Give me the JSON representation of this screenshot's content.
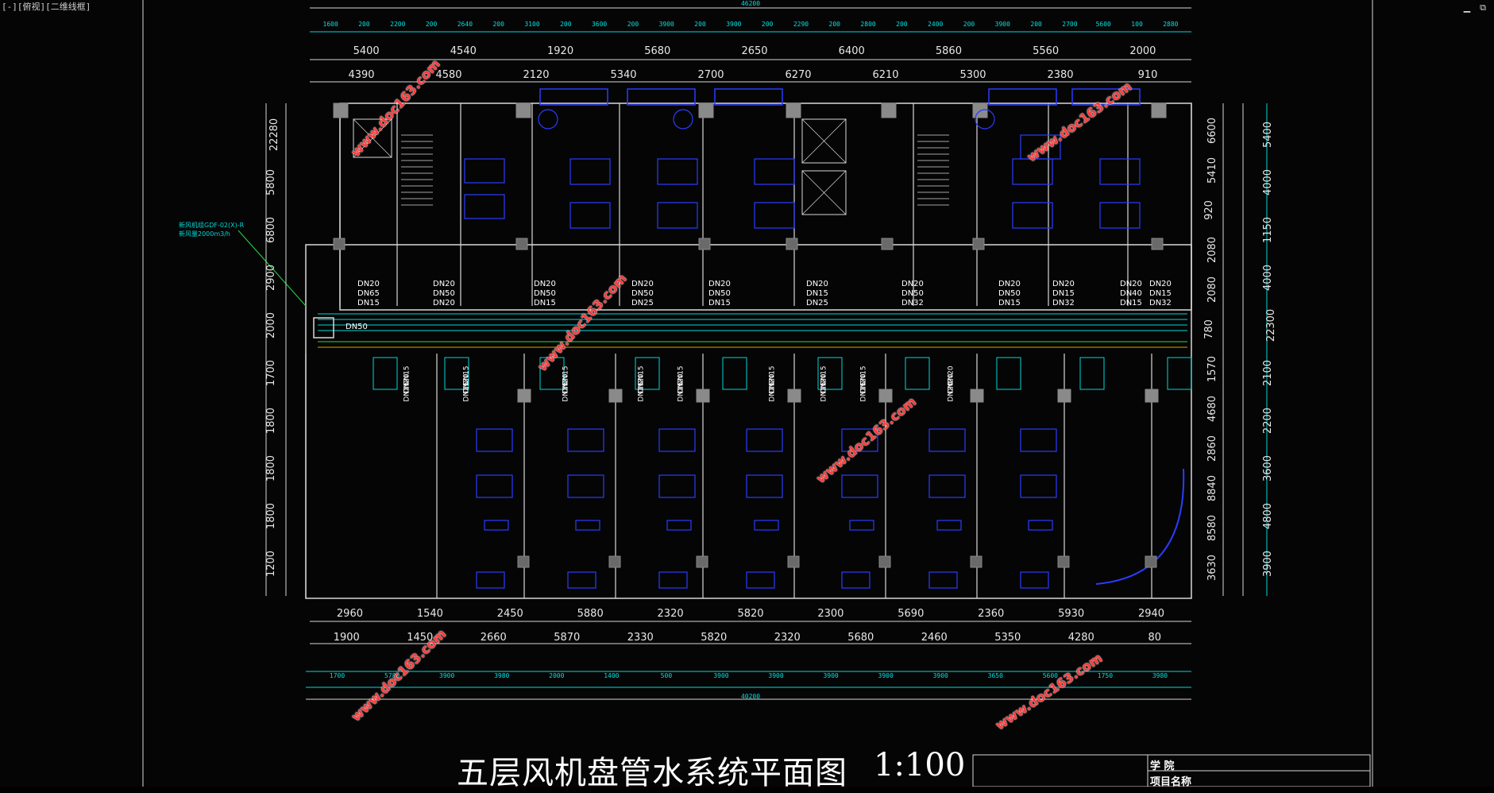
{
  "viewport": {
    "label": "[-][俯视][二维线框]"
  },
  "window_controls": {
    "minimize": "▁",
    "restore": "⧉"
  },
  "drawing": {
    "title": "五层风机盘管水系统平面图",
    "scale": "1:100",
    "title_block": {
      "college": "学  院",
      "project": "项目名称"
    },
    "overall_top": "46200",
    "overall_bottom": "40200",
    "top_dims_row1": [
      "5400",
      "4540",
      "1920",
      "5680",
      "2650",
      "6400",
      "5860",
      "5560",
      "2000"
    ],
    "top_dims_row2": [
      "4390",
      "4580",
      "2120",
      "5340",
      "2700",
      "6270",
      "6210",
      "5300",
      "2380",
      "910"
    ],
    "top_small_dims": [
      "1600",
      "200",
      "2200",
      "200",
      "2640",
      "200",
      "3100",
      "200",
      "3600",
      "200",
      "3900",
      "200",
      "3900",
      "200",
      "2290",
      "200",
      "2800",
      "200",
      "2400",
      "200",
      "3900",
      "200",
      "2700",
      "5600",
      "100",
      "2880"
    ],
    "bottom_dims_row1": [
      "2960",
      "1540",
      "2450",
      "5880",
      "2320",
      "5820",
      "2300",
      "5690",
      "2360",
      "5930",
      "2940"
    ],
    "bottom_dims_row2": [
      "1900",
      "1450",
      "2660",
      "5870",
      "2330",
      "5820",
      "2320",
      "5680",
      "2460",
      "5350",
      "4280",
      "80"
    ],
    "bottom_small_dims": [
      "1700",
      "5780",
      "3900",
      "3980",
      "2000",
      "1400",
      "500",
      "3900",
      "3900",
      "3900",
      "3900",
      "3900",
      "3650",
      "5600",
      "1750",
      "3980"
    ],
    "right_dims": [
      "6600",
      "5410",
      "920",
      "2080",
      "2080",
      "780",
      "1570",
      "4680",
      "2860",
      "8840",
      "8580",
      "3630"
    ],
    "left_dims": [
      "22280",
      "5800",
      "6800",
      "2900",
      "2000",
      "1700",
      "1800",
      "1800",
      "1800",
      "1200"
    ],
    "right_small_dims": [
      "5400",
      "4000",
      "1150",
      "4000",
      "22300",
      "2100",
      "2200",
      "3600",
      "4800",
      "3900"
    ],
    "note_label": "新风机组GDF-02(X)-R\n新风量2000m3/h",
    "pipe_labels": [
      "DN50",
      "DN20",
      "DN65",
      "DN15",
      "DN20",
      "DN50",
      "DN20",
      "DN20",
      "DN50",
      "DN15",
      "DN20",
      "DN50",
      "DN25",
      "DN20",
      "DN50",
      "DN15",
      "DN20",
      "DN15",
      "DN25",
      "DN20",
      "DN50",
      "DN32",
      "DN20",
      "DN50",
      "DN15",
      "DN20",
      "DN15",
      "DN32",
      "DN20",
      "DN40",
      "DN15",
      "DN20",
      "DN15",
      "DN32",
      "DN20",
      "DN40"
    ],
    "lower_pipe_labels": [
      "DN15",
      "DN20",
      "DN15",
      "DN15",
      "DN20",
      "DN15",
      "DN15",
      "DN20",
      "DN15",
      "DN15",
      "DN20",
      "DN15",
      "DN15",
      "DN20",
      "DN15",
      "DN15",
      "DN20",
      "DN15",
      "DN15",
      "DN20",
      "DN15",
      "DN15",
      "DN20",
      "DN15",
      "DN20",
      "DN20",
      "DN20"
    ],
    "watermark": "www.doc163.com"
  }
}
